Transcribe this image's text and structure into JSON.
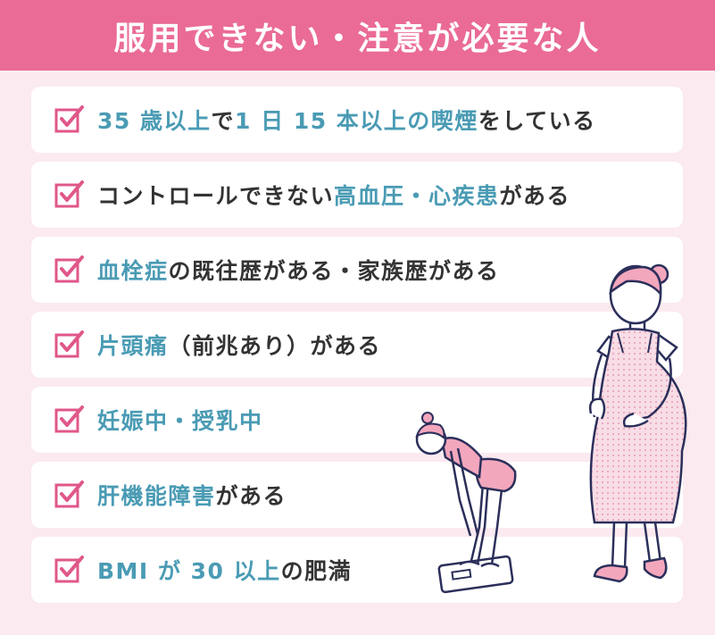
{
  "header": {
    "title": "服用できない・注意が必要な人"
  },
  "colors": {
    "header_bg": "#ea6b96",
    "page_bg": "#fbeaf0",
    "highlight_text": "#4a9bb4",
    "body_text": "#333333",
    "checkbox": "#e0578a"
  },
  "items": [
    {
      "icon": "checkbox-checked-icon",
      "segments": [
        {
          "text": "35 歳以上",
          "highlight": true
        },
        {
          "text": "で",
          "highlight": false
        },
        {
          "text": "1 日 15 本以上の喫煙",
          "highlight": true
        },
        {
          "text": "をしている",
          "highlight": false
        }
      ]
    },
    {
      "icon": "checkbox-checked-icon",
      "segments": [
        {
          "text": "コントロールできない",
          "highlight": false
        },
        {
          "text": "高血圧・心疾患",
          "highlight": true
        },
        {
          "text": "がある",
          "highlight": false
        }
      ]
    },
    {
      "icon": "checkbox-checked-icon",
      "segments": [
        {
          "text": "血栓症",
          "highlight": true
        },
        {
          "text": "の既往歴がある・家族歴がある",
          "highlight": false
        }
      ]
    },
    {
      "icon": "checkbox-checked-icon",
      "segments": [
        {
          "text": "片頭痛",
          "highlight": true
        },
        {
          "text": "（前兆あり）がある",
          "highlight": false
        }
      ]
    },
    {
      "icon": "checkbox-checked-icon",
      "segments": [
        {
          "text": "妊娠中・授乳中",
          "highlight": true
        }
      ]
    },
    {
      "icon": "checkbox-checked-icon",
      "segments": [
        {
          "text": "肝機能障害",
          "highlight": true
        },
        {
          "text": "がある",
          "highlight": false
        }
      ]
    },
    {
      "icon": "checkbox-checked-icon",
      "segments": [
        {
          "text": "BMI が 30 以上",
          "highlight": true
        },
        {
          "text": "の肥満",
          "highlight": false
        }
      ]
    }
  ],
  "illustrations": [
    {
      "icon": "woman-on-scale-illustration"
    },
    {
      "icon": "pregnant-woman-illustration"
    }
  ]
}
